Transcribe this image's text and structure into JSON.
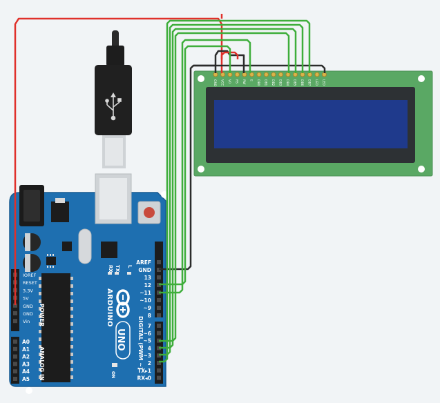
{
  "colors": {
    "background": "#f1f4f6",
    "board": "#1e6fb0",
    "board_edge": "#175a91",
    "lcd_pcb": "#5aa864",
    "lcd_frame": "#2d3134",
    "lcd_screen": "#1f3a8c",
    "wire_red": "#e0302a",
    "wire_green": "#3eae3b",
    "wire_black": "#2b2b2b"
  },
  "lcd": {
    "pin_labels": [
      "GND",
      "VCC",
      "V0",
      "RS",
      "RW",
      "E",
      "DB0",
      "DB1",
      "DB2",
      "DB3",
      "DB4",
      "DB5",
      "DB6",
      "DB7",
      "LED",
      "LED"
    ]
  },
  "arduino": {
    "brand": "ARDUINO",
    "model": "UNO",
    "power_header_title": "POWER",
    "power_pins": [
      "IOREF",
      "RESET",
      "3.3V",
      "5V",
      "GND",
      "GND",
      "Vin"
    ],
    "analog_header_title": "ANALOG IN",
    "analog_pins": [
      "A0",
      "A1",
      "A2",
      "A3",
      "A4",
      "A5"
    ],
    "digital_header_title": "DIGITAL (PWM ~)",
    "digital_top_pins": [
      "AREF",
      "GND",
      "13",
      "12",
      "~11",
      "~10",
      "~9",
      "8"
    ],
    "digital_bottom_pins": [
      "7",
      "~6",
      "~5",
      "4",
      "~3",
      "2",
      "TX▸1",
      "RX◂0"
    ],
    "led_labels": [
      "RX",
      "TX",
      "L"
    ],
    "on_label": "ON"
  },
  "icons": {
    "usb": "usb-trident-icon",
    "mounting_hole": "mounting-hole-icon"
  }
}
